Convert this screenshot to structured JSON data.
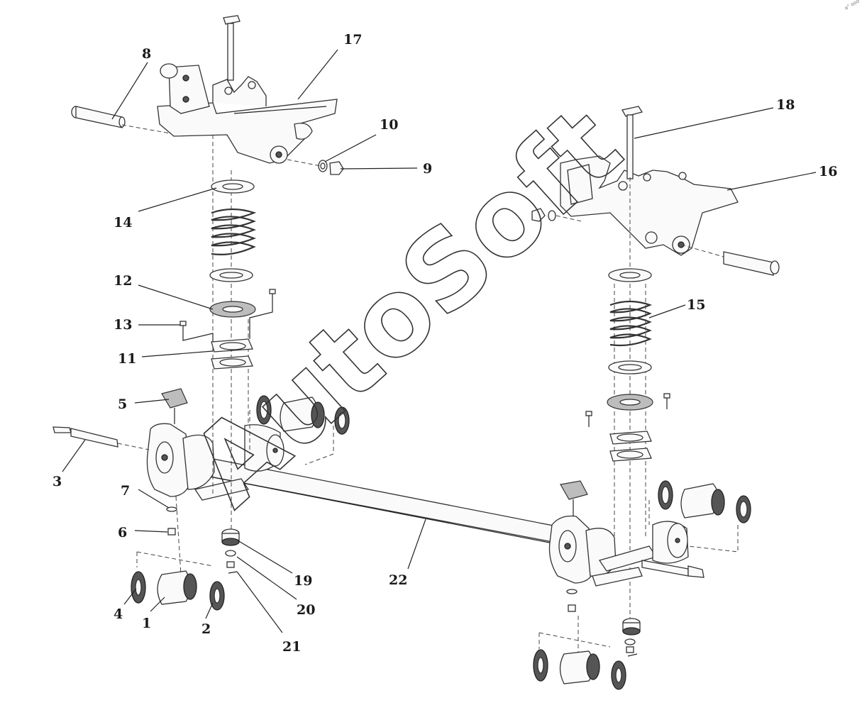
{
  "diagram": {
    "watermark": "AutoSoft",
    "corner_mark": "a° ooo",
    "callouts": [
      {
        "id": "1",
        "label": "1"
      },
      {
        "id": "2",
        "label": "2"
      },
      {
        "id": "3",
        "label": "3"
      },
      {
        "id": "4",
        "label": "4"
      },
      {
        "id": "5",
        "label": "5"
      },
      {
        "id": "6",
        "label": "6"
      },
      {
        "id": "7",
        "label": "7"
      },
      {
        "id": "8",
        "label": "8"
      },
      {
        "id": "9",
        "label": "9"
      },
      {
        "id": "10",
        "label": "10"
      },
      {
        "id": "11",
        "label": "11"
      },
      {
        "id": "12",
        "label": "12"
      },
      {
        "id": "13",
        "label": "13"
      },
      {
        "id": "14",
        "label": "14"
      },
      {
        "id": "15",
        "label": "15"
      },
      {
        "id": "16",
        "label": "16"
      },
      {
        "id": "17",
        "label": "17"
      },
      {
        "id": "18",
        "label": "18"
      },
      {
        "id": "19",
        "label": "19"
      },
      {
        "id": "20",
        "label": "20"
      },
      {
        "id": "21",
        "label": "21"
      },
      {
        "id": "22",
        "label": "22"
      }
    ]
  }
}
